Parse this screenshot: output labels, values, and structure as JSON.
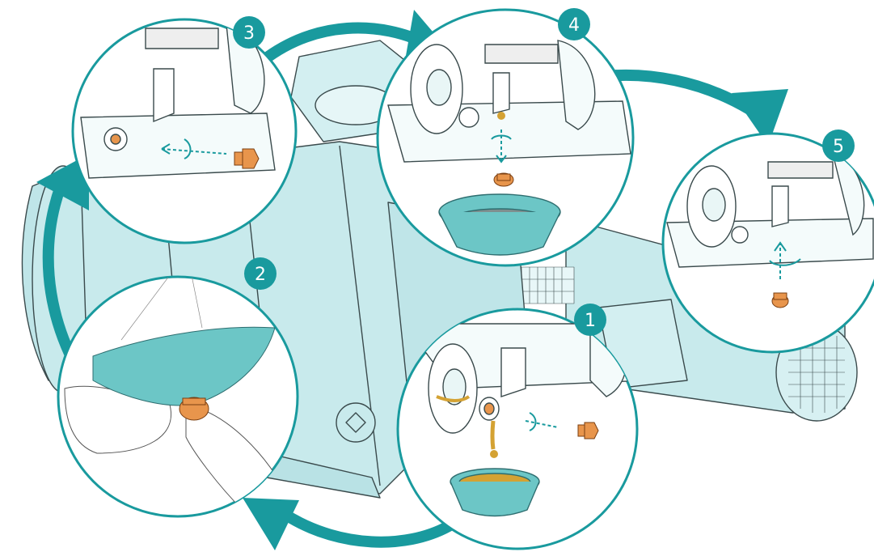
{
  "colors": {
    "teal": "#199a9e",
    "pump_body": "#c8eaec",
    "pump_line": "#3a4a4c",
    "oil": "#d4a233",
    "plug": "#e8954c",
    "cloth": "#6cc6c6"
  },
  "steps": [
    {
      "number": "1",
      "description_icon": "drain-oil-icon"
    },
    {
      "number": "2",
      "description_icon": "clean-plug-icon"
    },
    {
      "number": "3",
      "description_icon": "reinsert-plug-icon"
    },
    {
      "number": "4",
      "description_icon": "drain-lower-icon"
    },
    {
      "number": "5",
      "description_icon": "refit-plug-icon"
    }
  ]
}
